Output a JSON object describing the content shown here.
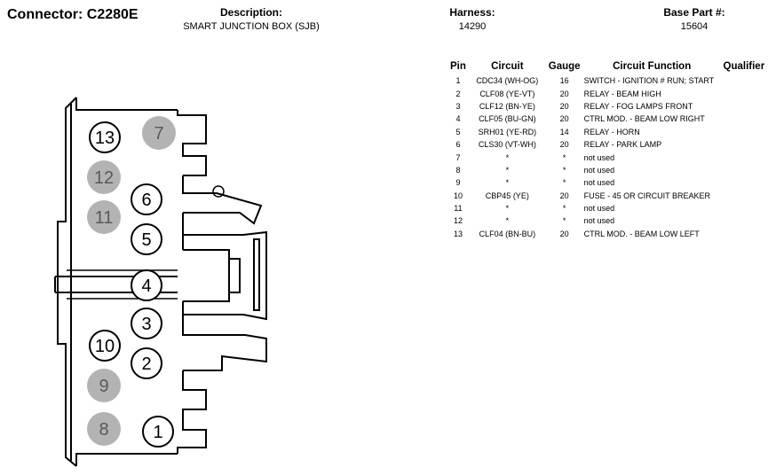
{
  "header": {
    "connector_title": "Connector: C2280E",
    "description_label": "Description:",
    "description_value": "SMART JUNCTION BOX (SJB)",
    "harness_label": "Harness:",
    "harness_value": "14290",
    "base_part_label": "Base Part #:",
    "base_part_value": "15604"
  },
  "table": {
    "columns": [
      "Pin",
      "Circuit",
      "Gauge",
      "Circuit Function",
      "Qualifier"
    ],
    "rows": [
      {
        "pin": "1",
        "circuit": "CDC34 (WH-OG)",
        "gauge": "16",
        "function": "SWITCH - IGNITION # RUN; START",
        "qualifier": ""
      },
      {
        "pin": "2",
        "circuit": "CLF08 (YE-VT)",
        "gauge": "20",
        "function": "RELAY - BEAM HIGH",
        "qualifier": ""
      },
      {
        "pin": "3",
        "circuit": "CLF12 (BN-YE)",
        "gauge": "20",
        "function": "RELAY - FOG LAMPS FRONT",
        "qualifier": ""
      },
      {
        "pin": "4",
        "circuit": "CLF05 (BU-GN)",
        "gauge": "20",
        "function": "CTRL MOD. - BEAM LOW RIGHT",
        "qualifier": ""
      },
      {
        "pin": "5",
        "circuit": "SRH01 (YE-RD)",
        "gauge": "14",
        "function": "RELAY - HORN",
        "qualifier": ""
      },
      {
        "pin": "6",
        "circuit": "CLS30 (VT-WH)",
        "gauge": "20",
        "function": "RELAY - PARK LAMP",
        "qualifier": ""
      },
      {
        "pin": "7",
        "circuit": "*",
        "gauge": "*",
        "function": "not used",
        "qualifier": ""
      },
      {
        "pin": "8",
        "circuit": "*",
        "gauge": "*",
        "function": "not used",
        "qualifier": ""
      },
      {
        "pin": "9",
        "circuit": "*",
        "gauge": "*",
        "function": "not used",
        "qualifier": ""
      },
      {
        "pin": "10",
        "circuit": "CBP45 (YE)",
        "gauge": "20",
        "function": "FUSE - 45 OR CIRCUIT BREAKER",
        "qualifier": ""
      },
      {
        "pin": "11",
        "circuit": "*",
        "gauge": "*",
        "function": "not used",
        "qualifier": ""
      },
      {
        "pin": "12",
        "circuit": "*",
        "gauge": "*",
        "function": "not used",
        "qualifier": ""
      },
      {
        "pin": "13",
        "circuit": "CLF04 (BN-BU)",
        "gauge": "20",
        "function": "CTRL MOD. - BEAM LOW LEFT",
        "qualifier": ""
      }
    ]
  },
  "connector_pins": [
    {
      "label": "13",
      "used": true
    },
    {
      "label": "7",
      "used": false
    },
    {
      "label": "12",
      "used": false
    },
    {
      "label": "6",
      "used": true
    },
    {
      "label": "11",
      "used": false
    },
    {
      "label": "5",
      "used": true
    },
    {
      "label": "4",
      "used": true
    },
    {
      "label": "3",
      "used": true
    },
    {
      "label": "10",
      "used": true
    },
    {
      "label": "2",
      "used": true
    },
    {
      "label": "9",
      "used": false
    },
    {
      "label": "8",
      "used": false
    },
    {
      "label": "1",
      "used": true
    }
  ],
  "colors": {
    "unused_pin_fill": "#b3b3b3",
    "unused_pin_text": "#595959",
    "used_pin_fill": "#ffffff",
    "outline": "#000000"
  }
}
